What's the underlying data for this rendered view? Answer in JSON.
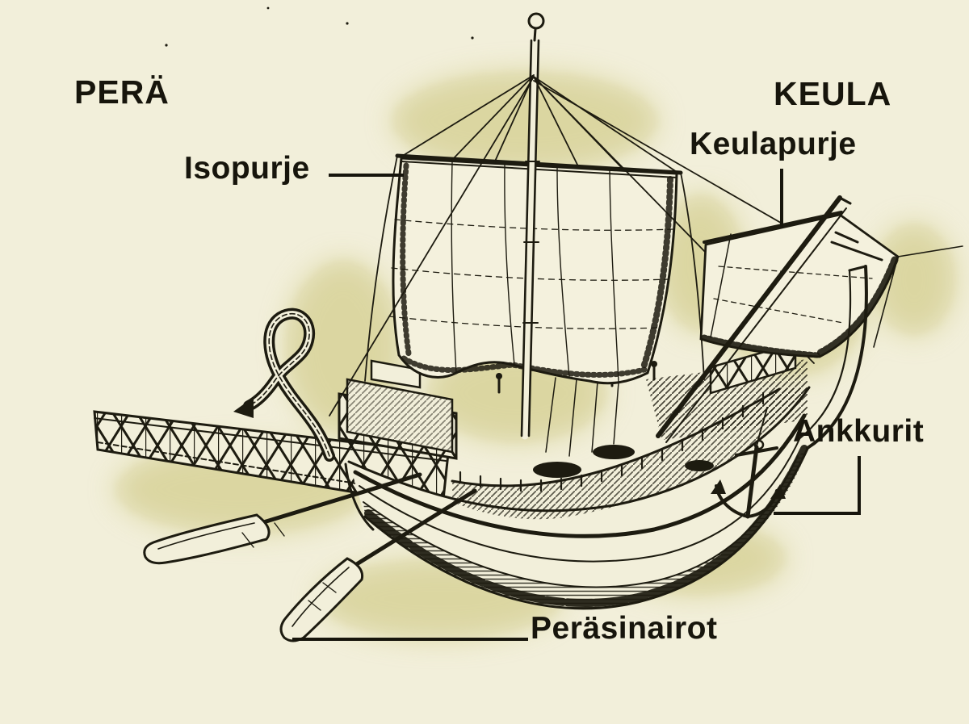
{
  "diagram": {
    "description": "Labeled engraving diagram of an ancient Roman merchant sailing ship",
    "colors": {
      "background": "#f2efda",
      "speckle": "#c9c37b",
      "ink": "#1d1b10",
      "label_text": "#17150c"
    },
    "labels": {
      "pera": "PERÄ",
      "keula": "KEULA",
      "isopurje": "Isopurje",
      "keulapurje": "Keulapurje",
      "ankkurit": "Ankkurit",
      "perasinairot": "Peräsinairot"
    }
  }
}
